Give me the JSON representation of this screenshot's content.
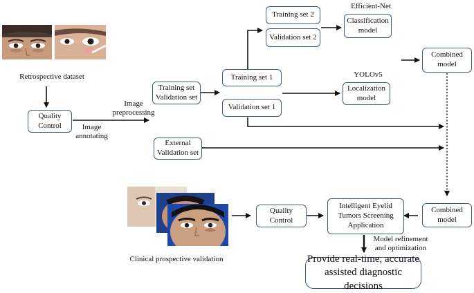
{
  "retrospective": {
    "caption": "Retrospective dataset"
  },
  "nodes": {
    "quality_control_1": "Quality\nControl",
    "image_annotating": "Image\nannotating",
    "image_preprocessing": "Image\npreprocessing",
    "training_validation_set": "Training set\nValidation set",
    "training_set_1": "Training set 1",
    "validation_set_1": "Validation set 1",
    "training_set_2": "Training set 2",
    "validation_set_2": "Validation set 2",
    "efficient_net": "Efficient-Net",
    "classification_model": "Classification\nmodel",
    "yolov5": "YOLOv5",
    "localization_model": "Localization\nmodel",
    "combined_model_top": "Combined\nmodel",
    "external_validation_set": "External\nValidation set",
    "combined_model_bottom": "Combined\nmodel",
    "intelligent_app": "Intelligent Eyelid\nTumors Screening\nApplication",
    "quality_control_2": "Quality\nControl",
    "model_refinement": "Model refinement\nand optimization",
    "decision": "Provide real-time, accurate\nassisted diagnostic decisions"
  },
  "prospective": {
    "caption": "Clinical prospective validation"
  },
  "colors": {
    "box_border": "#3d5a8a",
    "arrow": "#111111"
  }
}
